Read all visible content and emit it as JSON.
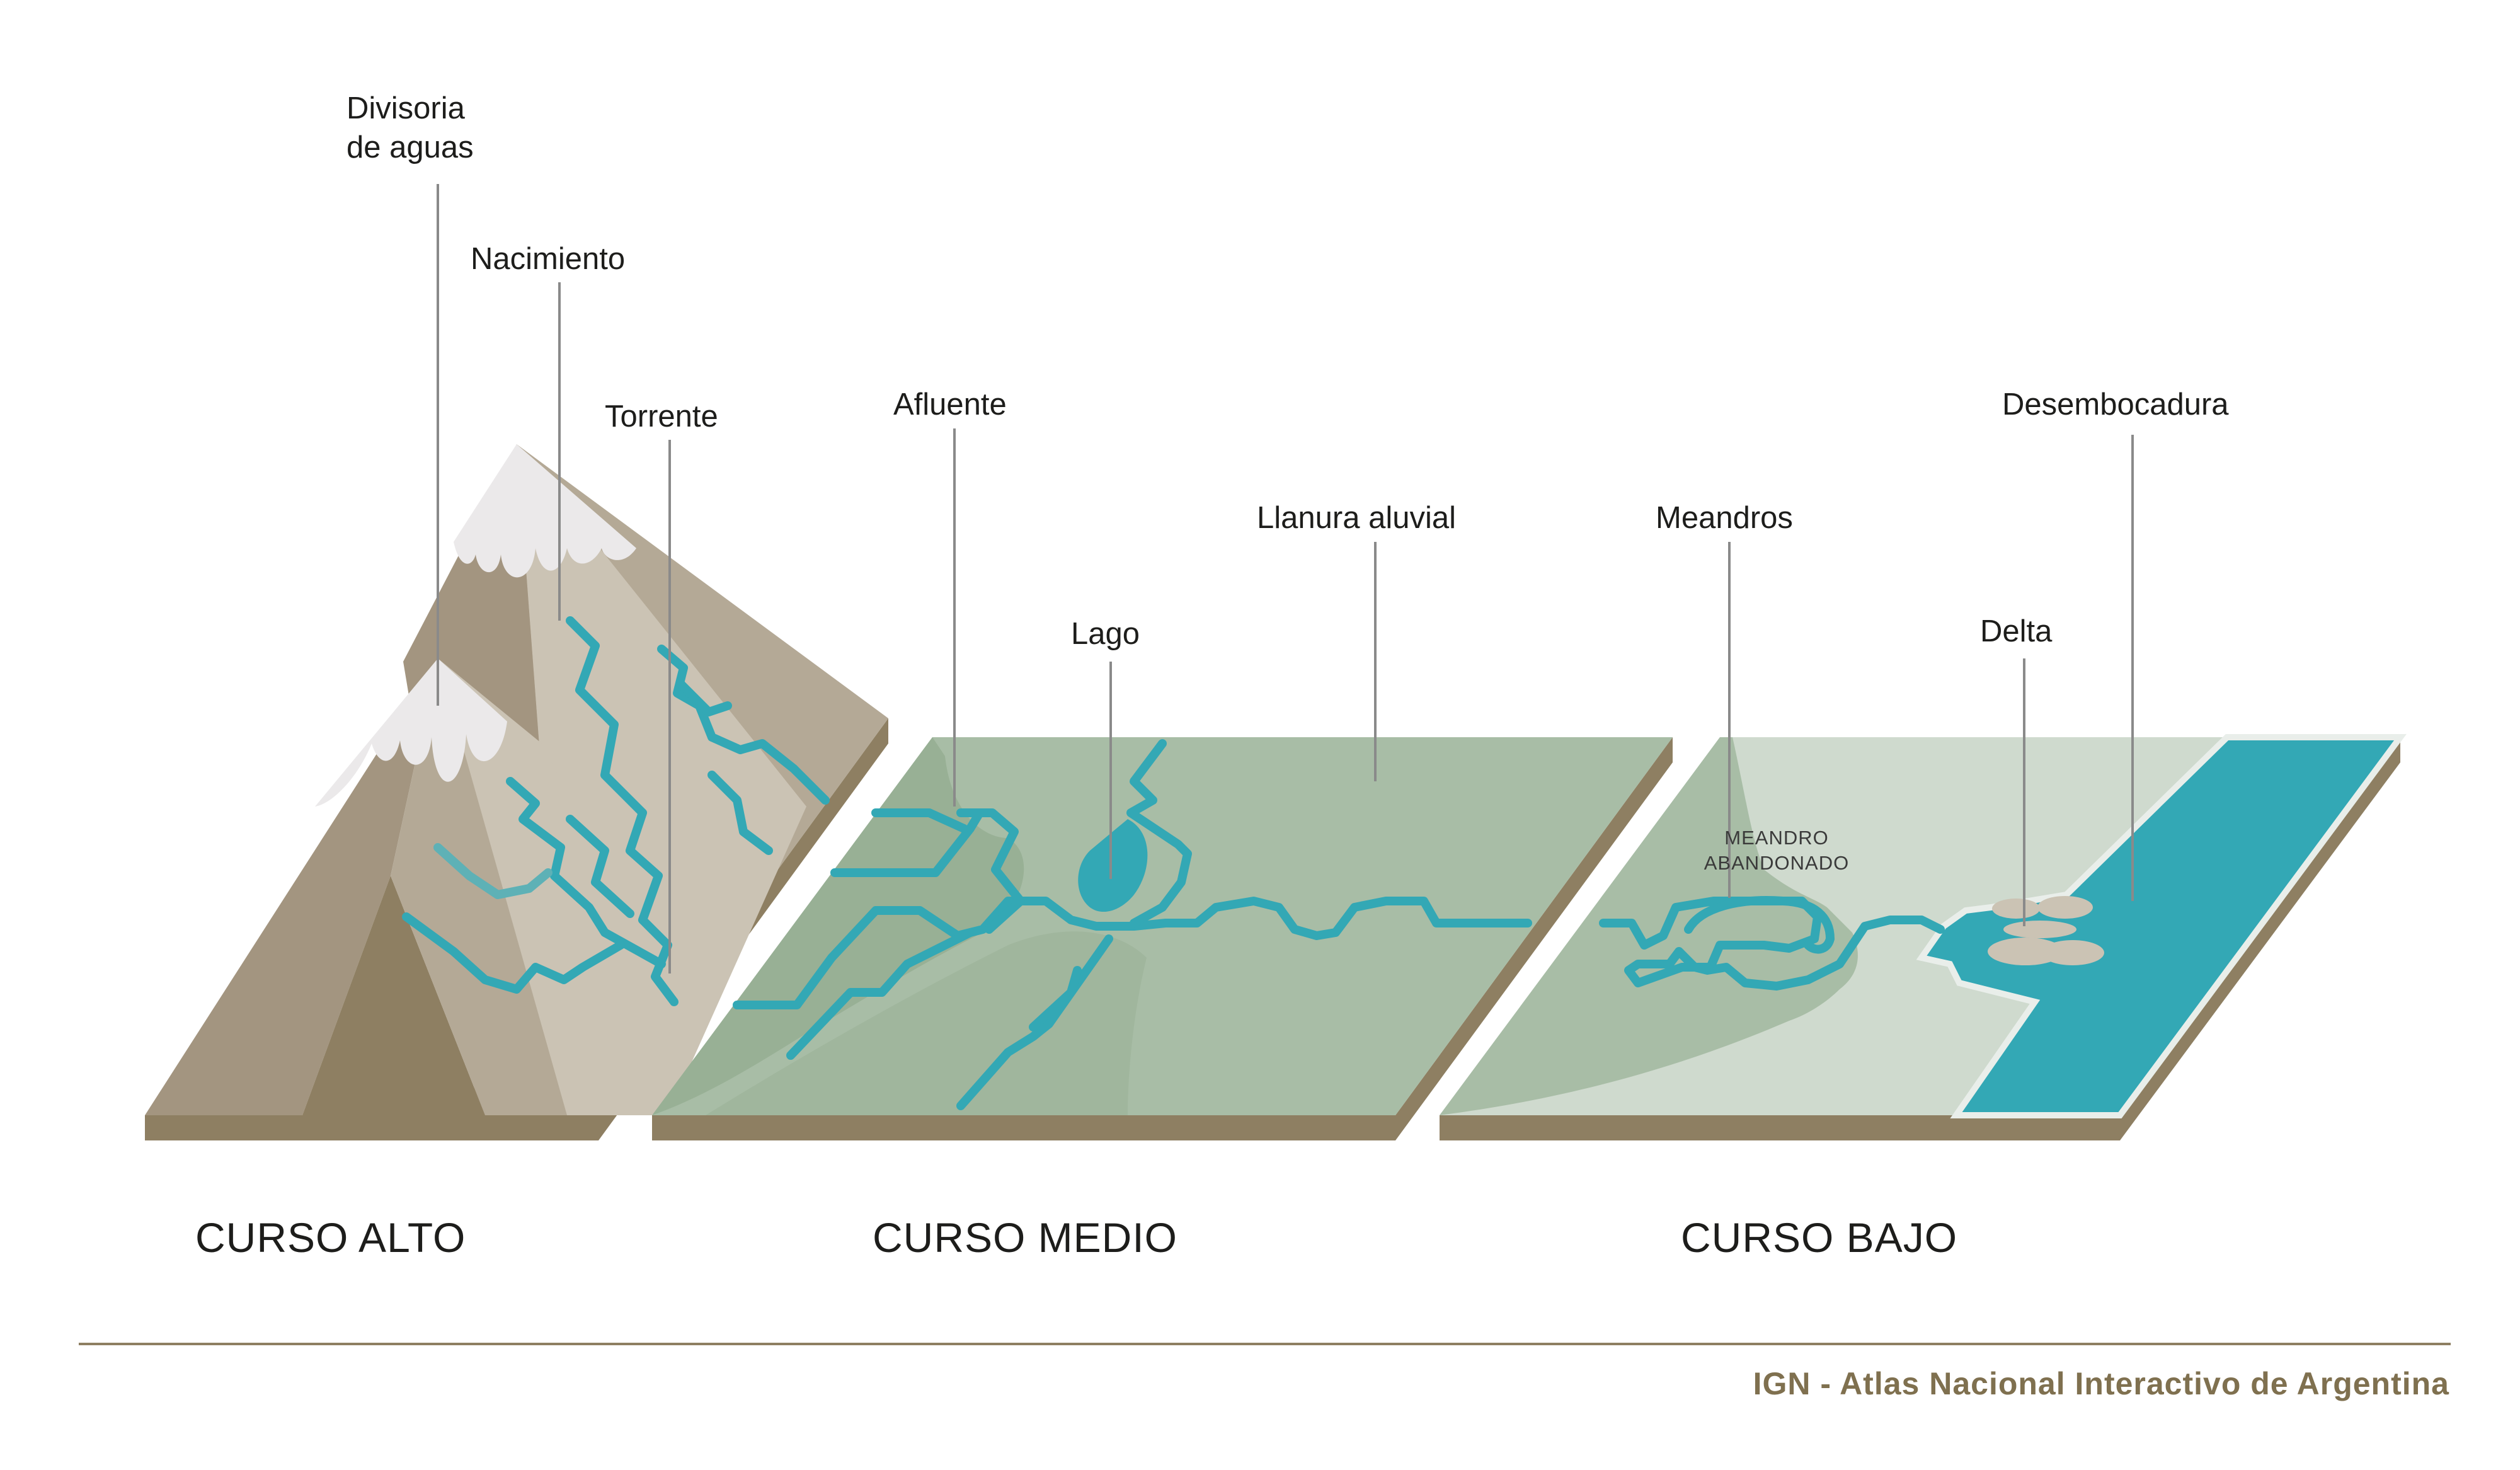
{
  "labels": {
    "divisoria_line1": "Divisoria",
    "divisoria_line2": "de aguas",
    "nacimiento": "Nacimiento",
    "torrente": "Torrente",
    "afluente": "Afluente",
    "lago": "Lago",
    "llanura": "Llanura aluvial",
    "meandros": "Meandros",
    "delta": "Delta",
    "desembocadura": "Desembocadura",
    "meandro_abandonado_line1": "MEANDRO",
    "meandro_abandonado_line2": "ABANDONADO"
  },
  "sections": {
    "alto": "CURSO ALTO",
    "medio": "CURSO MEDIO",
    "bajo": "CURSO BAJO"
  },
  "footer": {
    "credit": "IGN - Atlas Nacional Interactivo de Argentina"
  },
  "colors": {
    "water": "#33a8b5",
    "plain": "#a8bda6",
    "plain_light": "#cfdace",
    "mountain": "#a39580",
    "soil": "#8e7f62",
    "snow": "#ebe9ea",
    "leader": "#8a8a8a",
    "footer_line": "#8e7f62",
    "footer_text": "#7f704f"
  }
}
